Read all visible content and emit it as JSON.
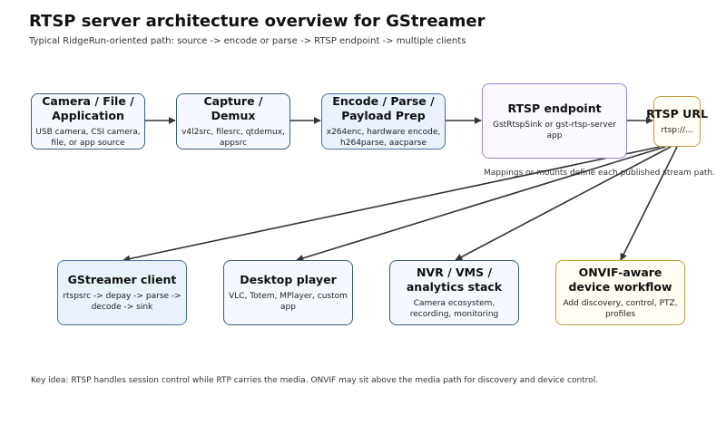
{
  "title": "RTSP server architecture overview for GStreamer",
  "subtitle": "Typical RidgeRun-oriented path: source -> encode or parse -> RTSP endpoint -> multiple clients",
  "nodes": {
    "source": {
      "title": "Camera / File / Application",
      "desc": "USB camera, CSI camera, file, or app source"
    },
    "capture": {
      "title": "Capture / Demux",
      "desc": "v4l2src, filesrc, qtdemux, appsrc"
    },
    "encode": {
      "title": "Encode / Parse / Payload Prep",
      "desc": "x264enc, hardware encode, h264parse, aacparse"
    },
    "endpoint": {
      "title": "RTSP endpoint",
      "desc": "GstRtspSink or gst-rtsp-server app"
    },
    "url": {
      "title": "RTSP URL",
      "desc": "rtsp://..."
    },
    "gst_client": {
      "title": "GStreamer client",
      "desc": "rtspsrc -> depay -> parse -> decode -> sink"
    },
    "desktop": {
      "title": "Desktop player",
      "desc": "VLC, Totem, MPlayer, custom app"
    },
    "nvr": {
      "title": "NVR / VMS / analytics stack",
      "desc": "Camera ecosystem, recording, monitoring"
    },
    "onvif": {
      "title": "ONVIF-aware device workflow",
      "desc": "Add discovery, control, PTZ, profiles"
    }
  },
  "mapping_note": "Mappings or mounts define each published stream path.",
  "key_idea": "Key idea: RTSP handles session control while RTP carries the media. ONVIF may sit above the media path for discovery and device control.",
  "colors": {
    "arrow": "#333333",
    "blue_border": "#3d5a80",
    "purple_border": "#9b82cf",
    "gold_border": "#c79a3e"
  }
}
